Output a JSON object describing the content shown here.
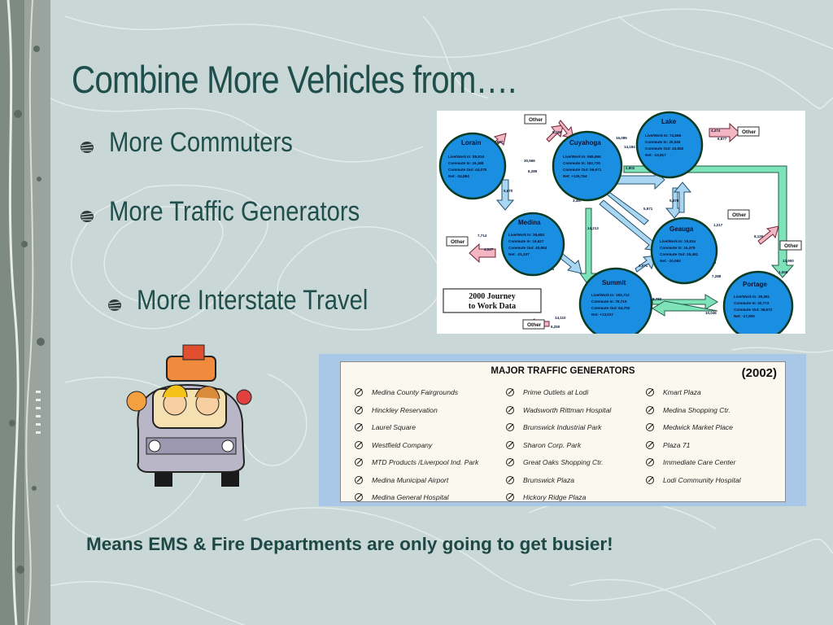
{
  "slide": {
    "title": "Combine More Vehicles from….",
    "bullets": [
      {
        "label": "More Commuters"
      },
      {
        "label": "More Traffic Generators"
      },
      {
        "label": "More Interstate Travel"
      }
    ],
    "conclusion": "Means EMS & Fire Departments are only going to get busier!"
  },
  "commute_map": {
    "caption_line1": "2000 Journey",
    "caption_line2": "to Work Data",
    "nodes": [
      {
        "name": "Lorain",
        "lines": [
          "Live/Work In: 88,816",
          "Commute In: 19,188",
          "Commute Out: 44,075",
          "Net: -24,884"
        ]
      },
      {
        "name": "Cuyahoga",
        "lines": [
          "Live/Work In: 565,866",
          "Commute In: 182,720",
          "Commute Out: 56,971",
          "Net: +125,754"
        ]
      },
      {
        "name": "Lake",
        "lines": [
          "Live/Work In: 72,668",
          "Commute In: 20,045",
          "Commute Out: 43,862",
          "Net: -13,817"
        ]
      },
      {
        "name": "Medina",
        "lines": [
          "Live/Work In: 35,684",
          "Commute In: 19,627",
          "Commute Out: 40,864",
          "Net: -21,237"
        ]
      },
      {
        "name": "Geauga",
        "lines": [
          "Live/Work In: 19,834",
          "Commute In: 15,379",
          "Commute Out: 25,461",
          "Net: -10,082"
        ]
      },
      {
        "name": "Summit",
        "lines": [
          "Live/Work In: 183,712",
          "Commute In: 78,719",
          "Commute Out: 64,702",
          "Net: +13,017"
        ]
      },
      {
        "name": "Portage",
        "lines": [
          "Live/Work In: 39,351",
          "Commute In: 20,772",
          "Commute Out: 38,672",
          "Net: -17,900"
        ]
      }
    ],
    "other_label": "Other",
    "flows": [
      "4,474",
      "8,877",
      "3,627",
      "5,186",
      "30,566",
      "8,289",
      "16,085",
      "14,184",
      "3,658",
      "2,802",
      "7,714",
      "4,027",
      "5,670",
      "3,457",
      "14,213",
      "5,971",
      "5,678",
      "4,325",
      "1,217",
      "8,126",
      "3,071",
      "2,846",
      "7,288",
      "1,006",
      "3,981",
      "1,763",
      "8,782",
      "10,046",
      "11,990",
      "16,068",
      "2,810",
      "13,900",
      "14,110",
      "6,250"
    ]
  },
  "generators": {
    "title": "MAJOR TRAFFIC GENERATORS",
    "year": "(2002)",
    "columns": [
      [
        "Medina County Fairgrounds",
        "Hinckley Reservation",
        "Laurel Square",
        "Westfield Company",
        "MTD Products /Liverpool  Ind. Park",
        "Medina Municipal Airport",
        "Medina General Hospital"
      ],
      [
        "Prime Outlets at Lodi",
        "Wadsworth Rittman Hospital",
        "Brunswick Industrial Park",
        "Sharon Corp. Park",
        "Great Oaks Shopping Ctr.",
        "Brunswick Plaza",
        "Hickory Ridge Plaza"
      ],
      [
        "Kmart Plaza",
        "Medina Shopping Ctr.",
        "Medwick Market Place",
        "Plaza 71",
        "Immediate Care Center",
        "Lodi Community Hospital"
      ]
    ]
  },
  "colors": {
    "title": "#1f4e4c",
    "node_fill": "#1a8ee0",
    "flow_green": "#7ee3b8",
    "flow_blue": "#a9d6f2",
    "flow_pink": "#f5b6c4"
  }
}
